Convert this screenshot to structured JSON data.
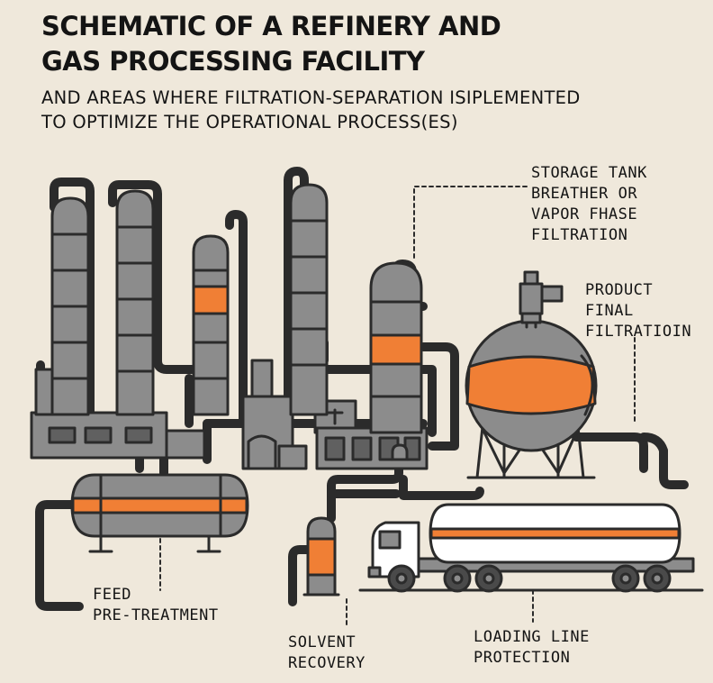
{
  "title": {
    "line1": "SCHEMATIC OF A REFINERY AND",
    "line2": "GAS PROCESSING FACILITY"
  },
  "subtitle": {
    "line1": "AND AREAS WHERE FILTRATION-SEPARATION ISIPLEMENTED",
    "line2": "TO OPTIMIZE THE OPERATIONAL PROCESS(ES)"
  },
  "labels": {
    "storage_tank": [
      "STORAGE TANK",
      "BREATHER OR",
      "VAPOR FHASE",
      "FILTRATION"
    ],
    "product": [
      "PRODUCT",
      "FINAL",
      "FILTRATIOIN"
    ],
    "feed": [
      "FEED",
      "PRE-TREATMENT"
    ],
    "solvent": [
      "SOLVENT",
      "RECOVERY"
    ],
    "loading": [
      "LOADING LINE",
      "PROTECTION"
    ]
  },
  "colors": {
    "background": "#efe8db",
    "equipment": "#8c8c8c",
    "outline": "#2b2b2b",
    "accent": "#f07f35",
    "text": "#141414"
  }
}
